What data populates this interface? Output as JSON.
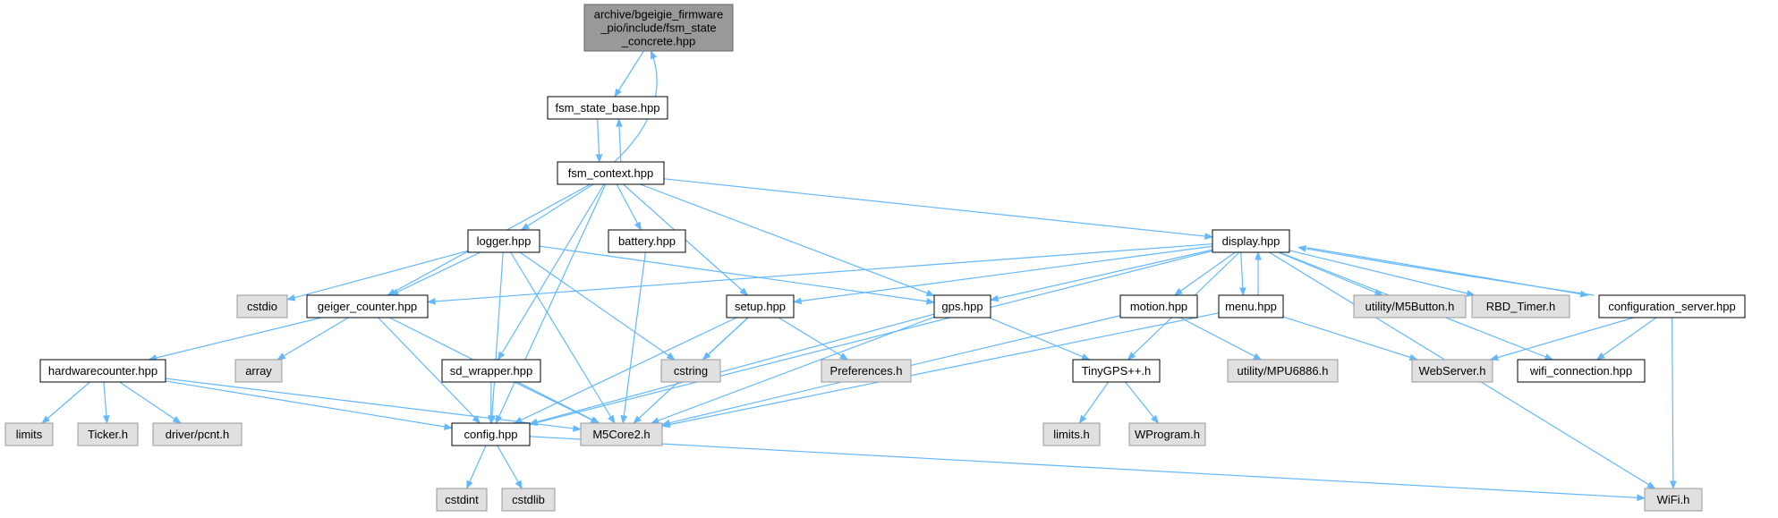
{
  "colors": {
    "edge": "#63b8ff",
    "node_fill": "#ffffff",
    "node_stroke": "#000000",
    "root_fill": "#999999",
    "root_stroke": "#666666",
    "external_fill": "#e0e0e0",
    "external_stroke": "#999999"
  },
  "nodes": [
    {
      "id": "root",
      "kind": "root",
      "lines": [
        "archive/bgeigie_firmware",
        "_pio/include/fsm_state",
        "_concrete.hpp"
      ]
    },
    {
      "id": "fsm_state_base",
      "kind": "file",
      "lines": [
        "fsm_state_base.hpp"
      ]
    },
    {
      "id": "fsm_context",
      "kind": "file",
      "lines": [
        "fsm_context.hpp"
      ]
    },
    {
      "id": "logger",
      "kind": "file",
      "lines": [
        "logger.hpp"
      ]
    },
    {
      "id": "battery",
      "kind": "file",
      "lines": [
        "battery.hpp"
      ]
    },
    {
      "id": "display",
      "kind": "file",
      "lines": [
        "display.hpp"
      ]
    },
    {
      "id": "cstdio",
      "kind": "external",
      "lines": [
        "cstdio"
      ]
    },
    {
      "id": "geiger_counter",
      "kind": "file",
      "lines": [
        "geiger_counter.hpp"
      ]
    },
    {
      "id": "setup",
      "kind": "file",
      "lines": [
        "setup.hpp"
      ]
    },
    {
      "id": "gps",
      "kind": "file",
      "lines": [
        "gps.hpp"
      ]
    },
    {
      "id": "motion",
      "kind": "file",
      "lines": [
        "motion.hpp"
      ]
    },
    {
      "id": "menu",
      "kind": "file",
      "lines": [
        "menu.hpp"
      ]
    },
    {
      "id": "m5button",
      "kind": "external",
      "lines": [
        "utility/M5Button.h"
      ]
    },
    {
      "id": "rbd_timer",
      "kind": "external",
      "lines": [
        "RBD_Timer.h"
      ]
    },
    {
      "id": "configuration_server",
      "kind": "file",
      "lines": [
        "configuration_server.hpp"
      ]
    },
    {
      "id": "hardwarecounter",
      "kind": "file",
      "lines": [
        "hardwarecounter.hpp"
      ]
    },
    {
      "id": "array",
      "kind": "external",
      "lines": [
        "array"
      ]
    },
    {
      "id": "sd_wrapper",
      "kind": "file",
      "lines": [
        "sd_wrapper.hpp"
      ]
    },
    {
      "id": "cstring",
      "kind": "external",
      "lines": [
        "cstring"
      ]
    },
    {
      "id": "preferences",
      "kind": "external",
      "lines": [
        "Preferences.h"
      ]
    },
    {
      "id": "tinygps",
      "kind": "file",
      "lines": [
        "TinyGPS++.h"
      ]
    },
    {
      "id": "mpu6886",
      "kind": "external",
      "lines": [
        "utility/MPU6886.h"
      ]
    },
    {
      "id": "webserver",
      "kind": "external",
      "lines": [
        "WebServer.h"
      ]
    },
    {
      "id": "wifi_connection",
      "kind": "file",
      "lines": [
        "wifi_connection.hpp"
      ]
    },
    {
      "id": "limits",
      "kind": "external",
      "lines": [
        "limits"
      ]
    },
    {
      "id": "ticker",
      "kind": "external",
      "lines": [
        "Ticker.h"
      ]
    },
    {
      "id": "pcnt",
      "kind": "external",
      "lines": [
        "driver/pcnt.h"
      ]
    },
    {
      "id": "config",
      "kind": "file",
      "lines": [
        "config.hpp"
      ]
    },
    {
      "id": "m5core2",
      "kind": "external",
      "lines": [
        "M5Core2.h"
      ]
    },
    {
      "id": "limits_h",
      "kind": "external",
      "lines": [
        "limits.h"
      ]
    },
    {
      "id": "wprogram",
      "kind": "external",
      "lines": [
        "WProgram.h"
      ]
    },
    {
      "id": "cstdint",
      "kind": "external",
      "lines": [
        "cstdint"
      ]
    },
    {
      "id": "cstdlib",
      "kind": "external",
      "lines": [
        "cstdlib"
      ]
    },
    {
      "id": "wifi_h",
      "kind": "external",
      "lines": [
        "WiFi.h"
      ]
    }
  ],
  "edges": [
    [
      "root",
      "fsm_state_base"
    ],
    [
      "fsm_state_base",
      "fsm_context"
    ],
    [
      "fsm_context",
      "fsm_state_base"
    ],
    [
      "fsm_context",
      "root"
    ],
    [
      "fsm_context",
      "logger"
    ],
    [
      "fsm_context",
      "battery"
    ],
    [
      "fsm_context",
      "display"
    ],
    [
      "fsm_context",
      "geiger_counter"
    ],
    [
      "fsm_context",
      "setup"
    ],
    [
      "fsm_context",
      "gps"
    ],
    [
      "fsm_context",
      "sd_wrapper"
    ],
    [
      "fsm_context",
      "config"
    ],
    [
      "logger",
      "cstdio"
    ],
    [
      "logger",
      "geiger_counter"
    ],
    [
      "logger",
      "gps"
    ],
    [
      "logger",
      "cstring"
    ],
    [
      "logger",
      "config"
    ],
    [
      "logger",
      "m5core2"
    ],
    [
      "battery",
      "m5core2"
    ],
    [
      "display",
      "geiger_counter"
    ],
    [
      "display",
      "setup"
    ],
    [
      "display",
      "gps"
    ],
    [
      "display",
      "motion"
    ],
    [
      "display",
      "menu"
    ],
    [
      "display",
      "m5button"
    ],
    [
      "display",
      "rbd_timer"
    ],
    [
      "display",
      "configuration_server"
    ],
    [
      "display",
      "tinygps"
    ],
    [
      "display",
      "wifi_connection"
    ],
    [
      "display",
      "wifi_h"
    ],
    [
      "display",
      "config"
    ],
    [
      "menu",
      "display"
    ],
    [
      "menu",
      "webserver"
    ],
    [
      "menu",
      "m5core2"
    ],
    [
      "configuration_server",
      "display"
    ],
    [
      "configuration_server",
      "webserver"
    ],
    [
      "configuration_server",
      "wifi_connection"
    ],
    [
      "configuration_server",
      "wifi_h"
    ],
    [
      "geiger_counter",
      "hardwarecounter"
    ],
    [
      "geiger_counter",
      "array"
    ],
    [
      "geiger_counter",
      "config"
    ],
    [
      "geiger_counter",
      "m5core2"
    ],
    [
      "setup",
      "cstring"
    ],
    [
      "setup",
      "preferences"
    ],
    [
      "setup",
      "config"
    ],
    [
      "setup",
      "m5core2"
    ],
    [
      "gps",
      "tinygps"
    ],
    [
      "gps",
      "config"
    ],
    [
      "gps",
      "m5core2"
    ],
    [
      "motion",
      "mpu6886"
    ],
    [
      "motion",
      "m5core2"
    ],
    [
      "hardwarecounter",
      "limits"
    ],
    [
      "hardwarecounter",
      "ticker"
    ],
    [
      "hardwarecounter",
      "pcnt"
    ],
    [
      "hardwarecounter",
      "config"
    ],
    [
      "hardwarecounter",
      "m5core2"
    ],
    [
      "sd_wrapper",
      "config"
    ],
    [
      "sd_wrapper",
      "m5core2"
    ],
    [
      "tinygps",
      "limits_h"
    ],
    [
      "tinygps",
      "wprogram"
    ],
    [
      "config",
      "cstdint"
    ],
    [
      "config",
      "cstdlib"
    ],
    [
      "config",
      "wifi_h"
    ]
  ]
}
